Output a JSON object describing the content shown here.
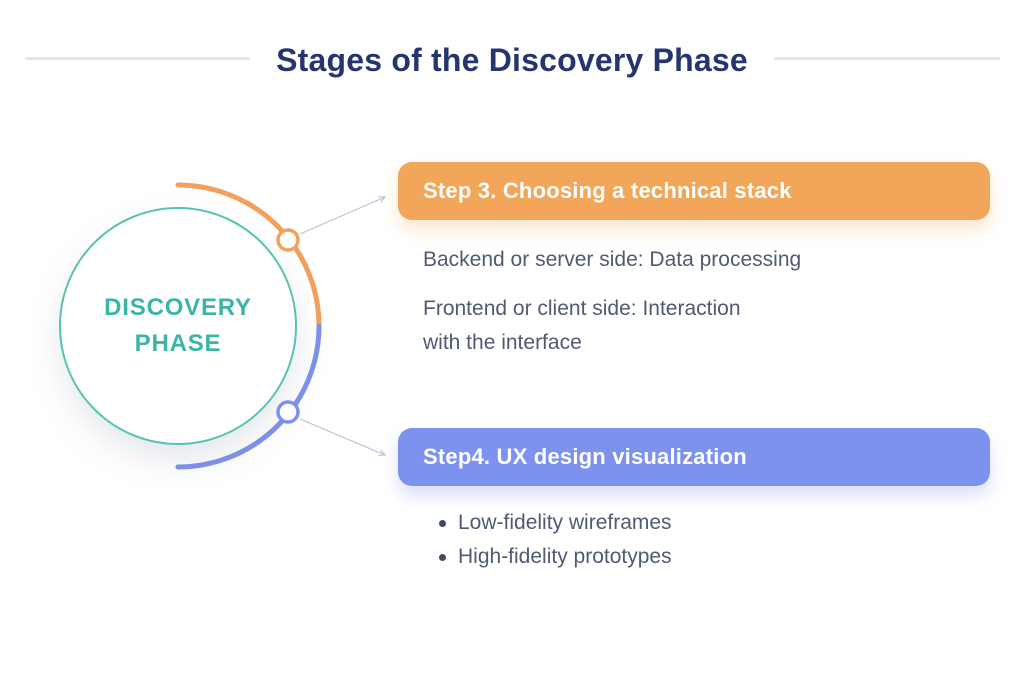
{
  "header": {
    "title": "Stages of the Discovery Phase"
  },
  "hub": {
    "label_line1": "DISCOVERY",
    "label_line2": "PHASE"
  },
  "steps": [
    {
      "title": "Step 3. Choosing a technical stack",
      "accent_color": "#F2A65A",
      "details": [
        "Backend or server side: Data processing",
        "Frontend or client side: Interaction\nwith the interface"
      ]
    },
    {
      "title": "Step4. UX design visualization",
      "accent_color": "#7D91EE",
      "bullets": [
        "Low-fidelity wireframes",
        "High-fidelity prototypes"
      ]
    }
  ],
  "colors": {
    "title_navy": "#27356F",
    "teal_ring": "#56C3B1",
    "teal_text": "#3BB5A5",
    "orange": "#F2A65A",
    "blue": "#7D91EE",
    "body_text": "#4F5B71",
    "connector_gray": "#B6C3D4",
    "divider_gray": "#DFE6F0"
  }
}
